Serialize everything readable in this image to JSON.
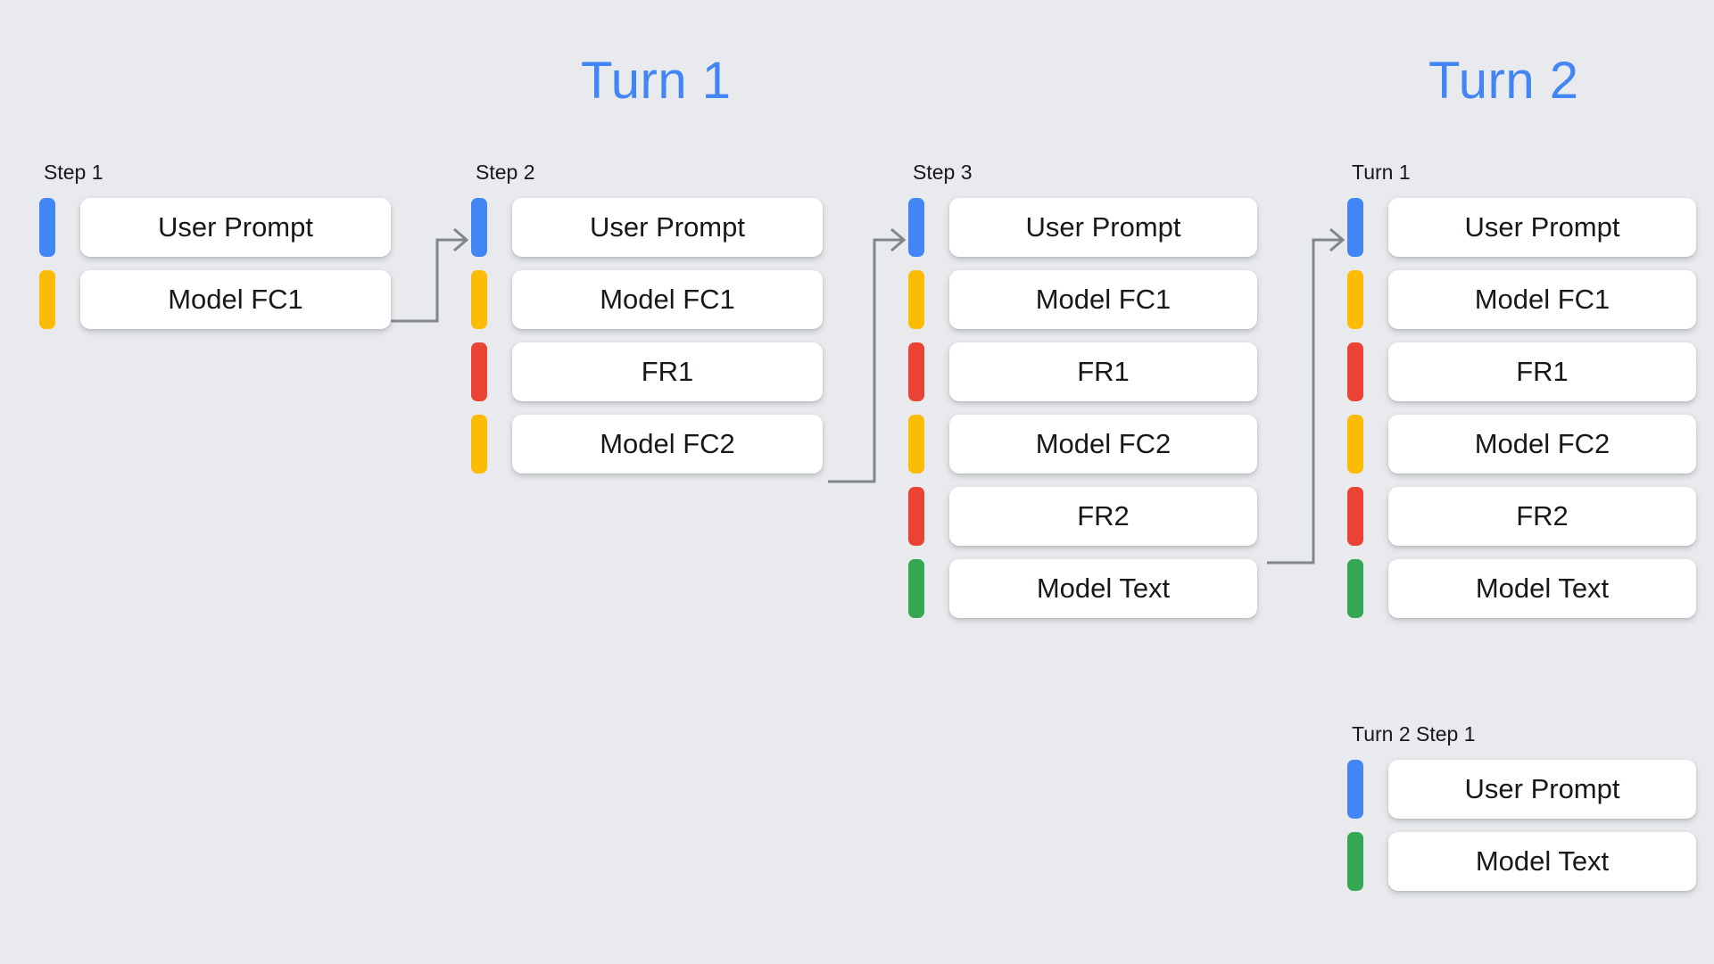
{
  "headings": [
    {
      "id": "turn1",
      "label": "Turn 1"
    },
    {
      "id": "turn2",
      "label": "Turn 2"
    }
  ],
  "colors": {
    "background": "#e8eaed",
    "heading_blue": "#4285f4",
    "bar_blue": "#4285f4",
    "bar_yellow": "#fbbc05",
    "bar_red": "#ea4335",
    "bar_green": "#34a853",
    "card_background": "#ffffff",
    "text": "#16181c",
    "connector": "#80868b"
  },
  "columns": [
    {
      "id": "step1",
      "label": "Step 1",
      "rows": [
        {
          "bar": "blue",
          "label": "User Prompt"
        },
        {
          "bar": "yellow",
          "label": "Model FC1"
        }
      ]
    },
    {
      "id": "step2",
      "label": "Step 2",
      "rows": [
        {
          "bar": "blue",
          "label": "User Prompt"
        },
        {
          "bar": "yellow",
          "label": "Model FC1"
        },
        {
          "bar": "red",
          "label": "FR1"
        },
        {
          "bar": "yellow",
          "label": "Model FC2"
        }
      ]
    },
    {
      "id": "step3",
      "label": "Step 3",
      "rows": [
        {
          "bar": "blue",
          "label": "User Prompt"
        },
        {
          "bar": "yellow",
          "label": "Model FC1"
        },
        {
          "bar": "red",
          "label": "FR1"
        },
        {
          "bar": "yellow",
          "label": "Model FC2"
        },
        {
          "bar": "red",
          "label": "FR2"
        },
        {
          "bar": "green",
          "label": "Model Text"
        }
      ]
    },
    {
      "id": "turn1",
      "label": "Turn 1",
      "rows": [
        {
          "bar": "blue",
          "label": "User Prompt"
        },
        {
          "bar": "yellow",
          "label": "Model FC1"
        },
        {
          "bar": "red",
          "label": "FR1"
        },
        {
          "bar": "yellow",
          "label": "Model FC2"
        },
        {
          "bar": "red",
          "label": "FR2"
        },
        {
          "bar": "green",
          "label": "Model Text"
        }
      ]
    },
    {
      "id": "turn2step1",
      "label": "Turn 2 Step 1",
      "rows": [
        {
          "bar": "blue",
          "label": "User Prompt"
        },
        {
          "bar": "green",
          "label": "Model Text"
        }
      ]
    }
  ],
  "connectors": [
    {
      "id": "step1-to-step2",
      "from": "Model FC1",
      "to": "User Prompt"
    },
    {
      "id": "step2-to-step3",
      "from": "Model FC2",
      "to": "User Prompt"
    },
    {
      "id": "step3-to-turn1",
      "from": "FR2",
      "to": "User Prompt"
    }
  ]
}
